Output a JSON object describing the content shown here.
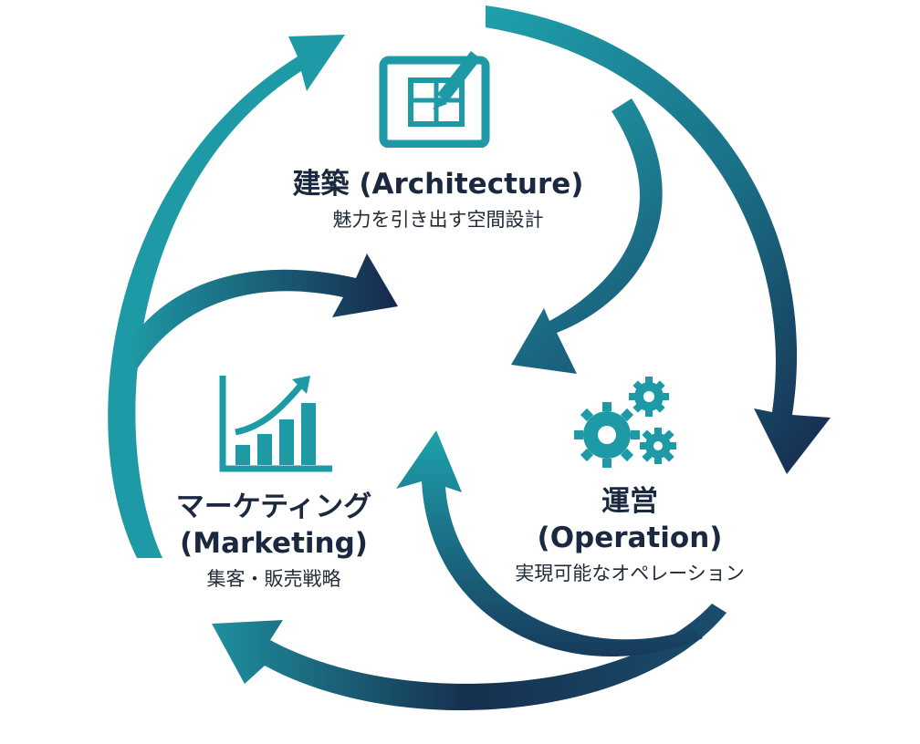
{
  "colors": {
    "teal": "#1e9aa6",
    "navy": "#162a4e",
    "text": "#1a2840"
  },
  "nodes": {
    "architecture": {
      "title": "建築 (Architecture)",
      "subtitle": "魅力を引き出す空間設計",
      "icon": "blueprint-icon"
    },
    "marketing": {
      "title_line1": "マーケティング",
      "title_line2": "(Marketing)",
      "subtitle": "集客・販売戦略",
      "icon": "growth-chart-icon"
    },
    "operation": {
      "title_line1": "運営",
      "title_line2": "(Operation)",
      "subtitle": "実現可能なオペレーション",
      "icon": "gears-icon"
    }
  }
}
